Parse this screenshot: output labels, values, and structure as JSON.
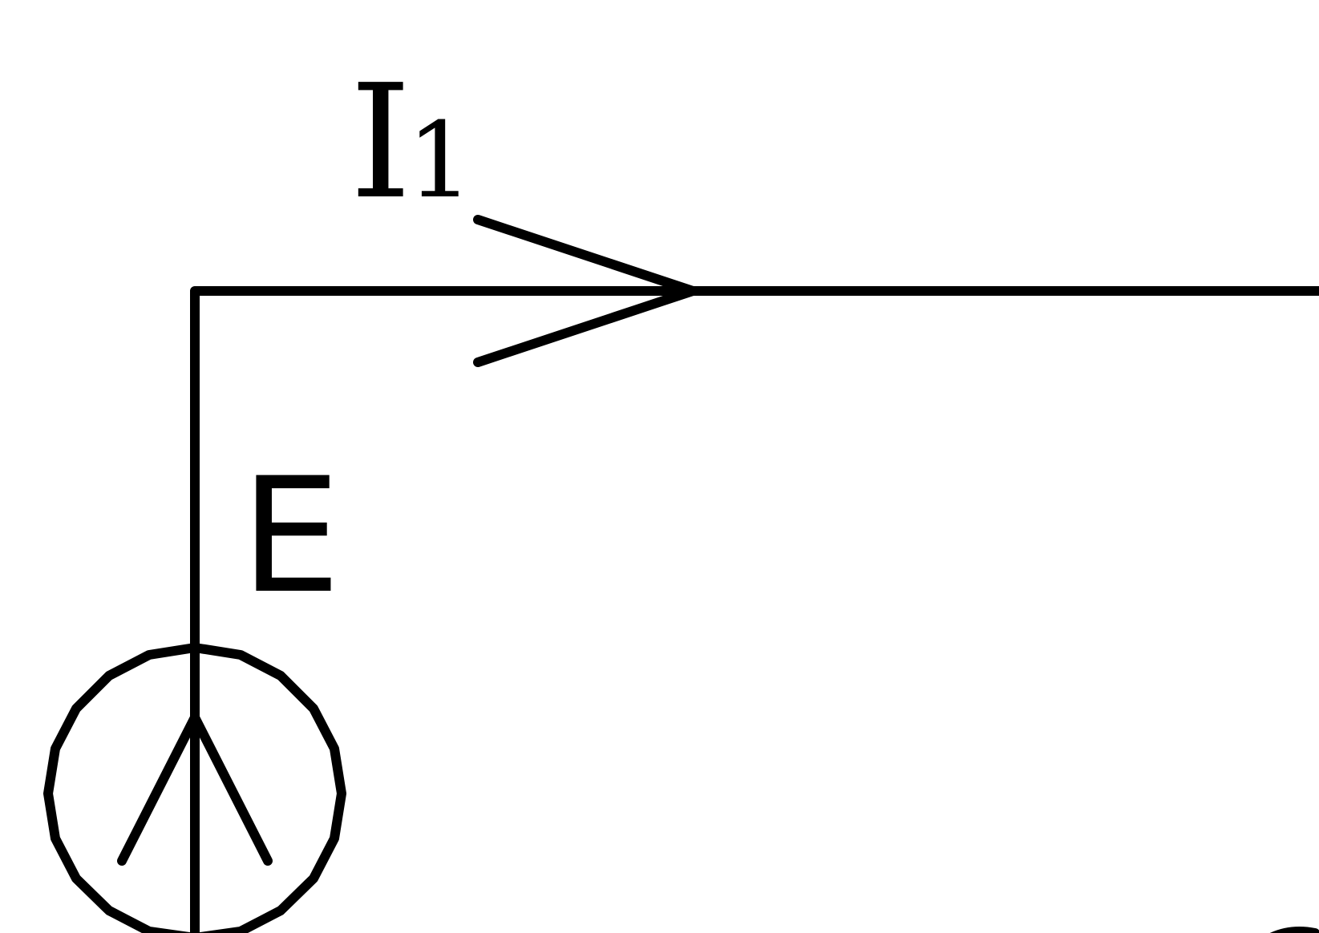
{
  "diagram": {
    "current_label": {
      "symbol": "I",
      "subscript": "1"
    },
    "source_label": "E",
    "colors": {
      "stroke": "#000000",
      "background": "#ffffff"
    },
    "icons": {
      "current_arrow": "chevron-right-arrow-icon",
      "source": "current-source-icon",
      "source_arrow": "arrow-up-icon"
    }
  }
}
